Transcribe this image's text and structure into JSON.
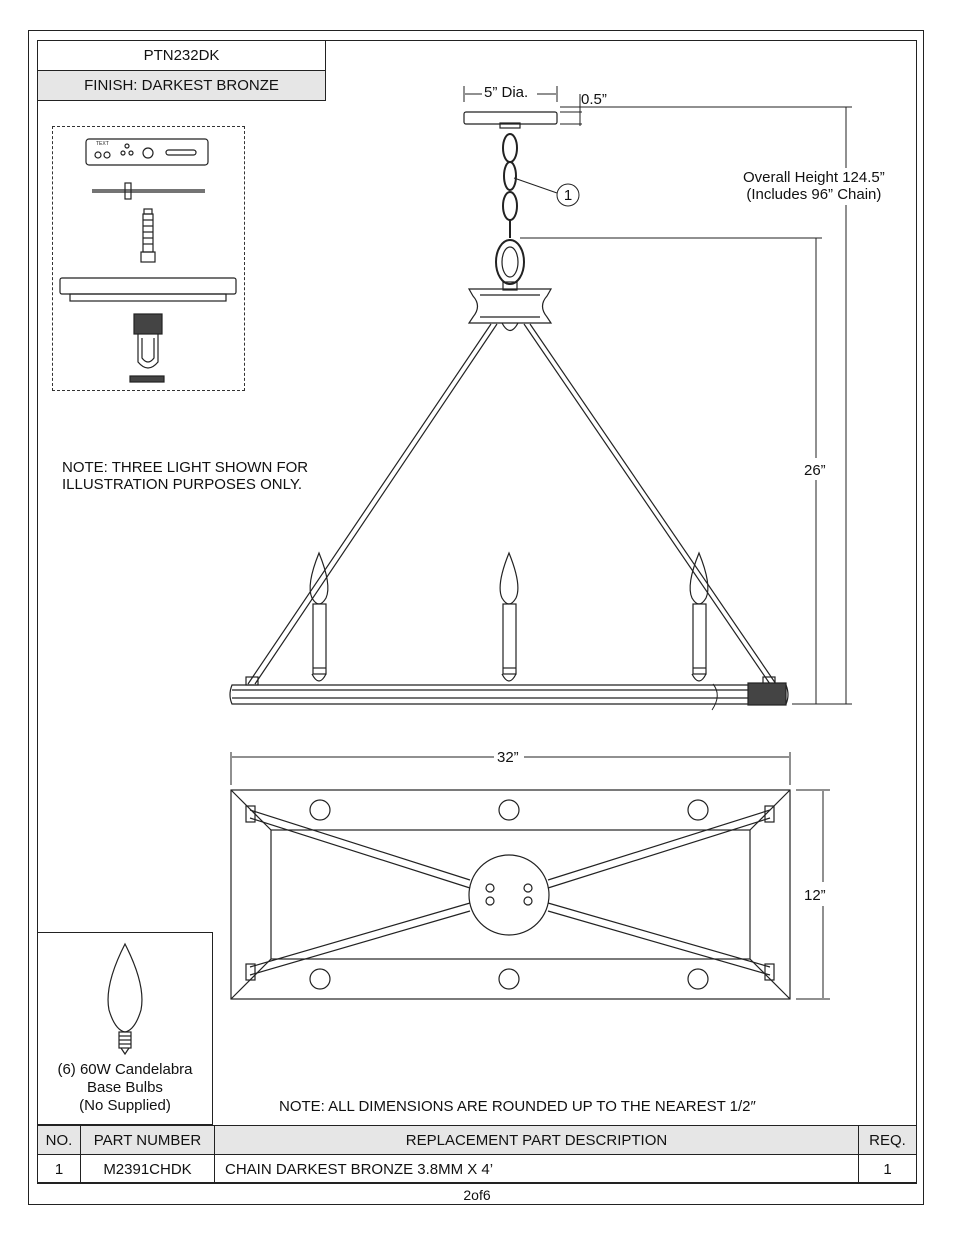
{
  "header": {
    "model": "PTN232DK",
    "finish": "FINISH: DARKEST BRONZE"
  },
  "dimensions": {
    "canopy_dia": "5” Dia.",
    "canopy_height": "0.5”",
    "overall_height_line1": "Overall Height 124.5”",
    "overall_height_line2": "(Includes 96” Chain)",
    "body_height": "26”",
    "width": "32”",
    "depth": "12”"
  },
  "callout": {
    "chain_number": "1"
  },
  "notes": {
    "three_light_line1": "NOTE:  THREE LIGHT SHOWN  FOR",
    "three_light_line2": "ILLUSTRATION PURPOSES ONLY.",
    "rounding": "NOTE:  ALL DIMENSIONS ARE ROUNDED UP TO THE NEAREST  1/2″"
  },
  "bulbs": {
    "line1": "(6) 60W Candelabra",
    "line2": "Base Bulbs",
    "line3": "(No Supplied)"
  },
  "parts_table": {
    "headers": [
      "NO.",
      "PART NUMBER",
      "REPLACEMENT PART DESCRIPTION",
      "REQ."
    ],
    "rows": [
      [
        "1",
        "M2391CHDK",
        "CHAIN DARKEST BRONZE 3.8MM X 4’",
        "1"
      ]
    ]
  },
  "page": "2of6"
}
